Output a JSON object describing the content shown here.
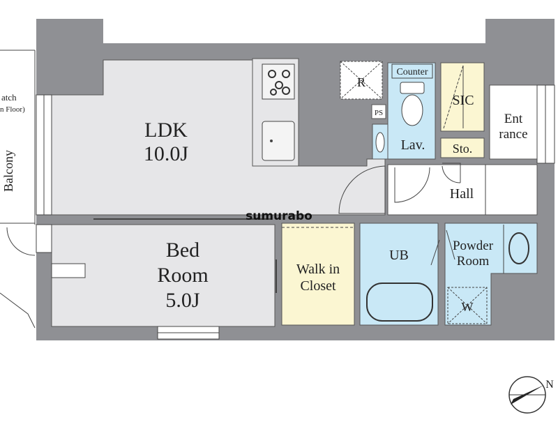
{
  "rooms": {
    "ldk_name": "LDK",
    "ldk_size": "10.0J",
    "bed_line1": "Bed",
    "bed_line2": "Room",
    "bed_size": "5.0J",
    "wic_line1": "Walk in",
    "wic_line2": "Closet",
    "ub": "UB",
    "powder_line1": "Powder",
    "powder_line2": "Room",
    "lav": "Lav.",
    "counter": "Counter",
    "sic": "SIC",
    "storage": "Sto.",
    "entrance_line1": "Ent",
    "entrance_line2": "rance",
    "hall": "Hall",
    "fridge": "R",
    "ps": "PS",
    "washer": "W",
    "balcony": "Balcony",
    "hatch_line1": "atch",
    "hatch_line2": "n Floor)"
  },
  "watermark": "sumurabo",
  "compass": {
    "north": "N"
  },
  "colors": {
    "wall": "#8f9094",
    "floor": "#e6e6e8",
    "wet": "#c9e8f6",
    "closet": "#fbf6d2",
    "line": "#444444"
  }
}
